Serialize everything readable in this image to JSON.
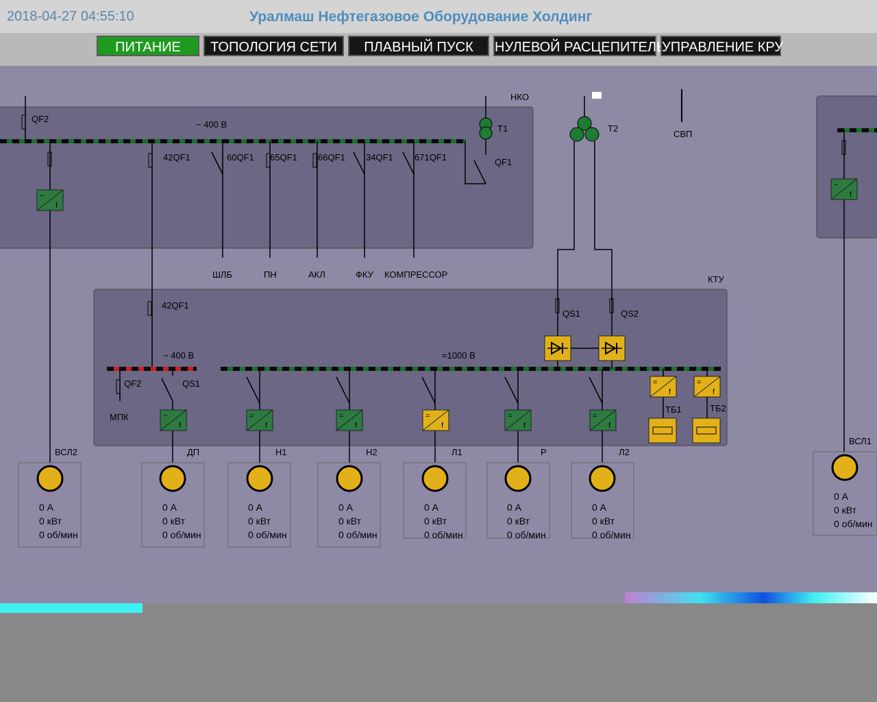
{
  "header": {
    "timestamp": "2018-04-27 04:55:10",
    "company": "Уралмаш Нефтегазовое Оборудование Холдинг"
  },
  "nav": [
    {
      "label": "ПИТАНИЕ",
      "active": true
    },
    {
      "label": "ТОПОЛОГИЯ СЕТИ",
      "active": false
    },
    {
      "label": "ПЛАВНЫЙ ПУСК",
      "active": false
    },
    {
      "label": "НУЛЕВОЙ РАСЦЕПИТЕЛЬ",
      "active": false
    },
    {
      "label": "УПРАВЛЕНИЕ КРУ",
      "active": false
    }
  ],
  "diagram": {
    "top_bus_voltage": "~ 400 В",
    "ktu_bus_ac_voltage": "~ 400 В",
    "ktu_bus_dc_voltage": "=1000 В",
    "ktu_label": "КТУ",
    "svp_label": "СВП",
    "cut_label": "НКО",
    "transformers": [
      "Т1",
      "Т2"
    ],
    "top_breakers": [
      "QF2",
      "42QF1",
      "60QF1",
      "65QF1",
      "66QF1",
      "34QF1",
      "671QF1",
      "QF1"
    ],
    "feeders": [
      "ШЛБ",
      "ПН",
      "АКЛ",
      "ФКУ",
      "КОМПРЕССОР"
    ],
    "ktu_devices": [
      "42QF1",
      "QF2",
      "QS1",
      "МПК",
      "QS1",
      "QS2",
      "ТБ1",
      "ТБ2"
    ],
    "converter_symbols": {
      "ac": "~",
      "dc": "=",
      "freq": "f"
    },
    "colors": {
      "bus_green": "#1d6e2b",
      "bus_red": "#cc2020",
      "converter_green": "#2e7b42",
      "converter_yellow": "#e2b11a",
      "panel": "#6b6784",
      "background": "#8e8aa6"
    }
  },
  "motors": [
    {
      "name": "ВСЛ2",
      "current": "0 А",
      "power": "0 кВт",
      "speed": "0 об/мин"
    },
    {
      "name": "ДП",
      "current": "0 А",
      "power": "0 кВт",
      "speed": "0 об/мин"
    },
    {
      "name": "Н1",
      "current": "0 А",
      "power": "0 кВт",
      "speed": "0 об/мин"
    },
    {
      "name": "Н2",
      "current": "0 А",
      "power": "0 кВт",
      "speed": "0 об/мин"
    },
    {
      "name": "Л1",
      "current": "0 А",
      "power": "0 кВт",
      "speed": "0 об/мин"
    },
    {
      "name": "Р",
      "current": "0 А",
      "power": "0 кВт",
      "speed": "0 об/мин"
    },
    {
      "name": "Л2",
      "current": "0 А",
      "power": "0 кВт",
      "speed": "0 об/мин"
    },
    {
      "name": "ВСЛ1",
      "current": "0 А",
      "power": "0 кВт",
      "speed": "0 об/мин"
    }
  ]
}
